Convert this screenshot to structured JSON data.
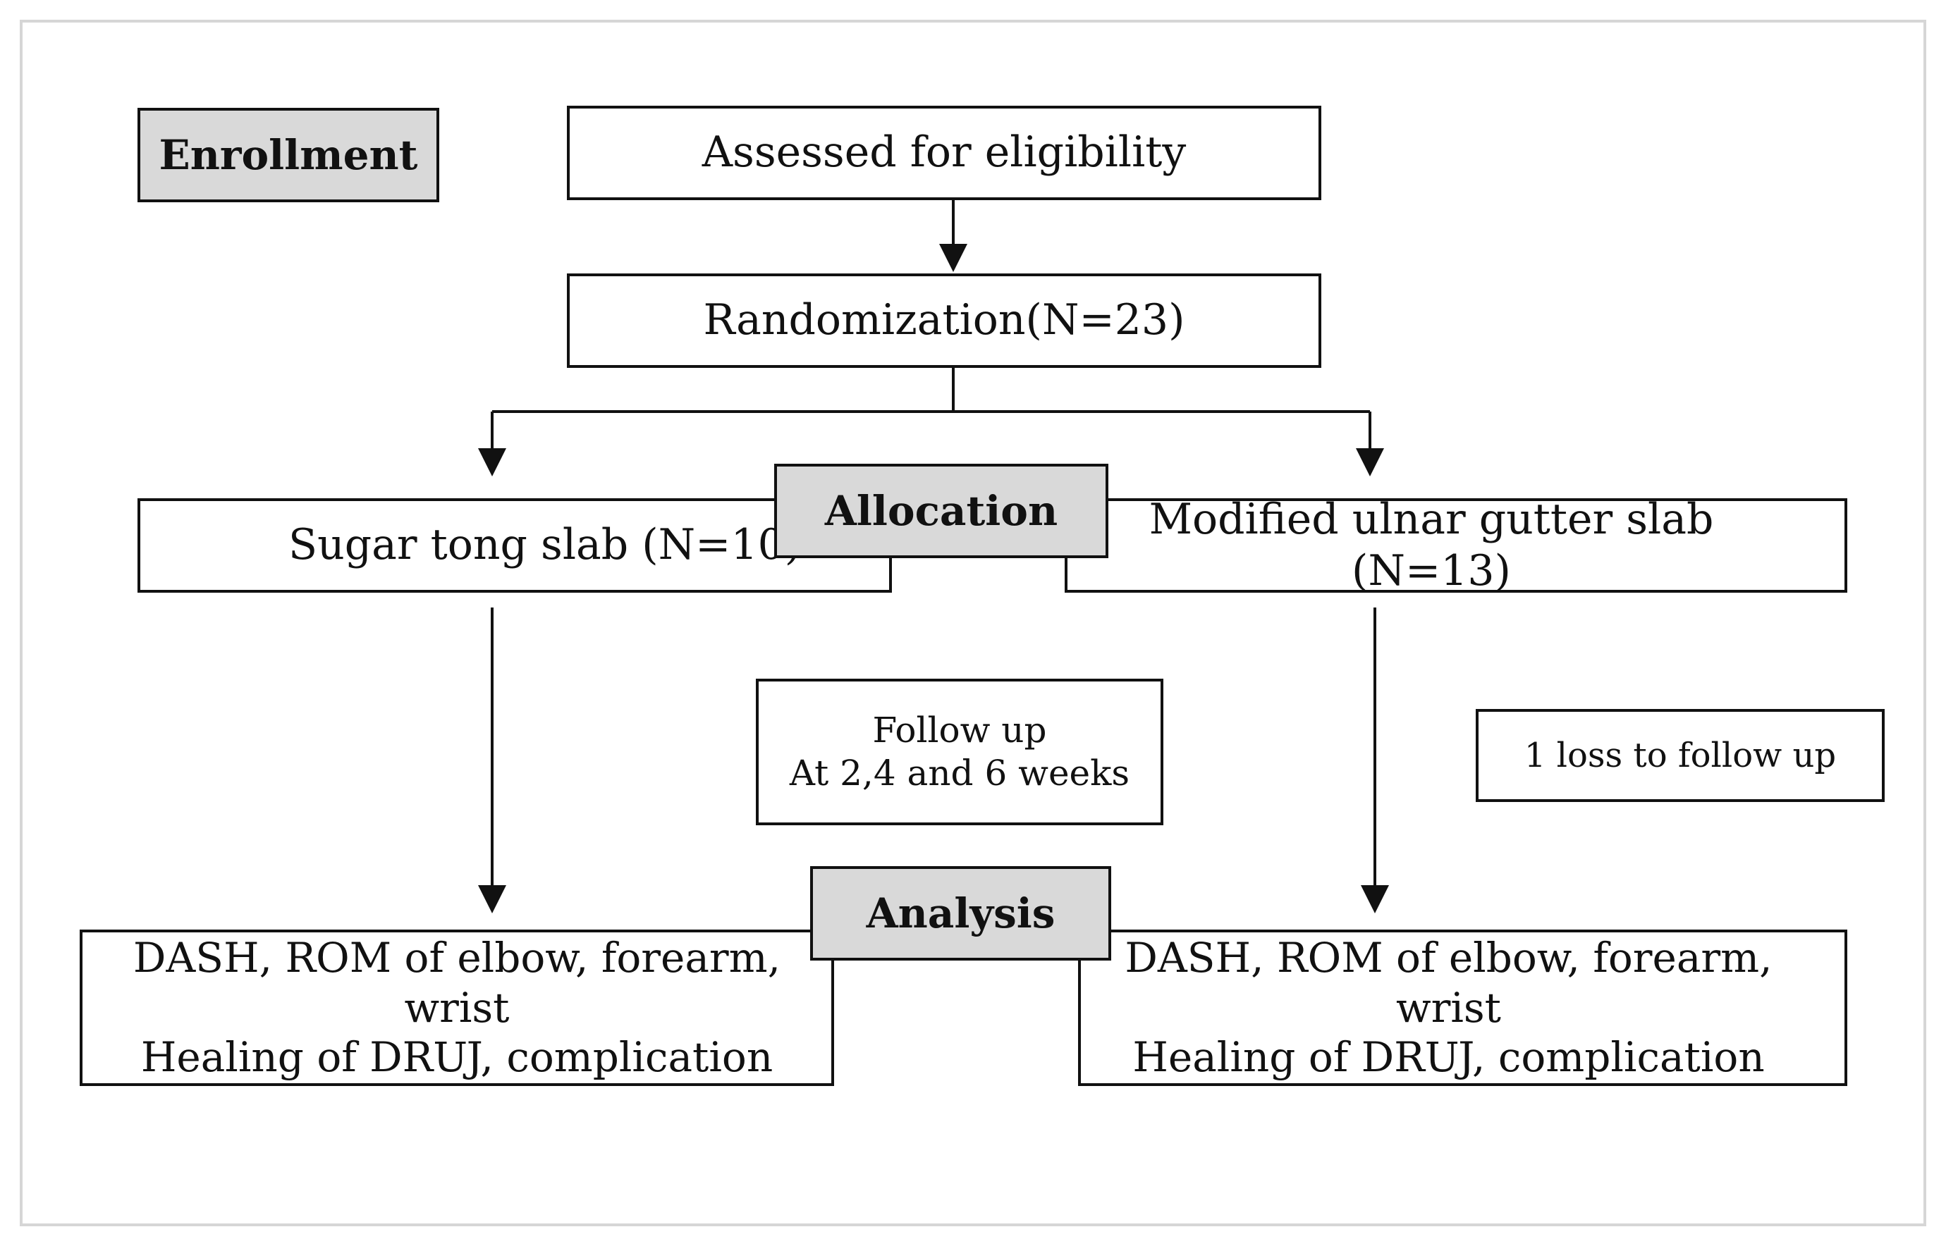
{
  "headers": {
    "enrollment": "Enrollment",
    "allocation": "Allocation",
    "analysis": "Analysis"
  },
  "nodes": {
    "eligibility": "Assessed for eligibility",
    "randomization": "Randomization(N=23)",
    "sugar_tong": "Sugar tong slab (N=10)",
    "ulnar_gutter": "Modified ulnar gutter slab (N=13)",
    "follow_up": [
      "Follow up",
      "At 2,4 and 6 weeks"
    ],
    "loss": "1 loss to follow up",
    "analysis_left": [
      "DASH, ROM of elbow, forearm, wrist",
      "Healing of DRUJ, complication"
    ],
    "analysis_right": [
      "DASH, ROM of elbow, forearm, wrist",
      "Healing of DRUJ, complication"
    ]
  },
  "colors": {
    "header_fill": "#d9d9d9",
    "border": "#111111",
    "frame": "#d6d6d6"
  }
}
